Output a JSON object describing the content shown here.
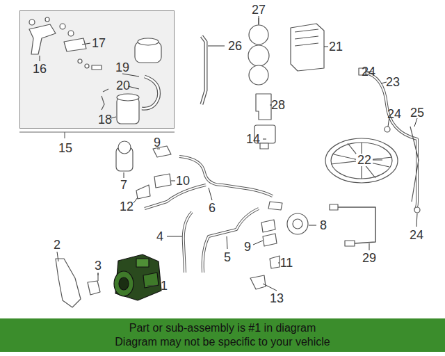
{
  "diagram": {
    "nodes": [
      {
        "text": [
          "15"
        ]
      },
      {
        "text": [
          "Part or sub-assembly is #1 in diagram",
          "Diagram may not be specific to your vehicle"
        ]
      }
    ],
    "labels": [
      "16",
      "17",
      "19",
      "20",
      "18",
      "26",
      "27",
      "21",
      "24",
      "23",
      "24",
      "25",
      "28",
      "14",
      "22",
      "9",
      "10",
      "7",
      "12",
      "6",
      "4",
      "5",
      "8",
      "9",
      "11",
      "29",
      "24",
      "2",
      "3",
      "1",
      "13"
    ]
  }
}
